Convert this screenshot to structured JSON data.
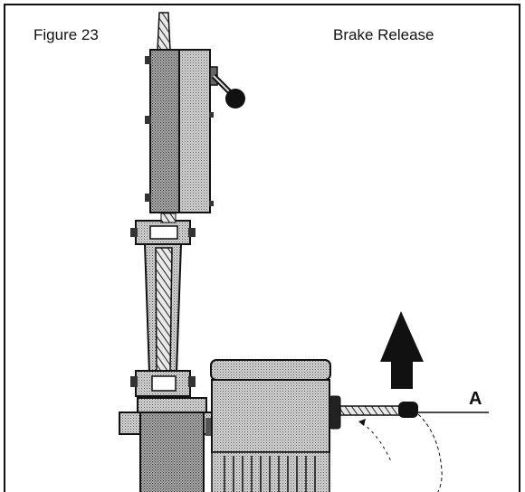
{
  "figure": {
    "number_label": "Figure 23",
    "title": "Brake Release",
    "callout_label": "A"
  },
  "colors": {
    "ink": "#111111",
    "stipple_fill": "#bdbdbd",
    "background": "#ffffff"
  }
}
